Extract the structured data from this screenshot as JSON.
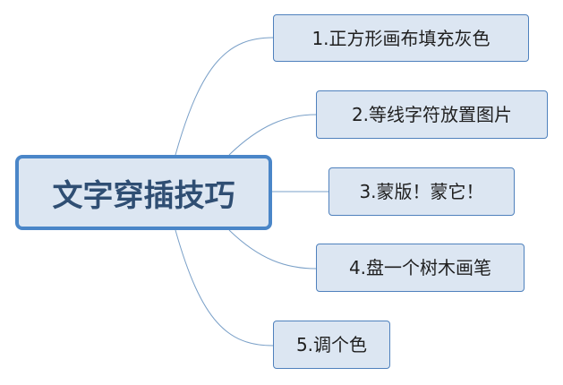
{
  "mindmap": {
    "root": {
      "label": "文字穿插技巧"
    },
    "branches": [
      {
        "label": "1.正方形画布填充灰色"
      },
      {
        "label": "2.等线字符放置图片"
      },
      {
        "label": "3.蒙版！蒙它！"
      },
      {
        "label": "4.盘一个树木画笔"
      },
      {
        "label": "5.调个色"
      }
    ],
    "colors": {
      "node_fill": "#dce6f2",
      "node_border": "#4f81bd",
      "root_border": "#4a86c8",
      "root_text": "#2f4e73",
      "connector": "#7aa0c8"
    }
  }
}
